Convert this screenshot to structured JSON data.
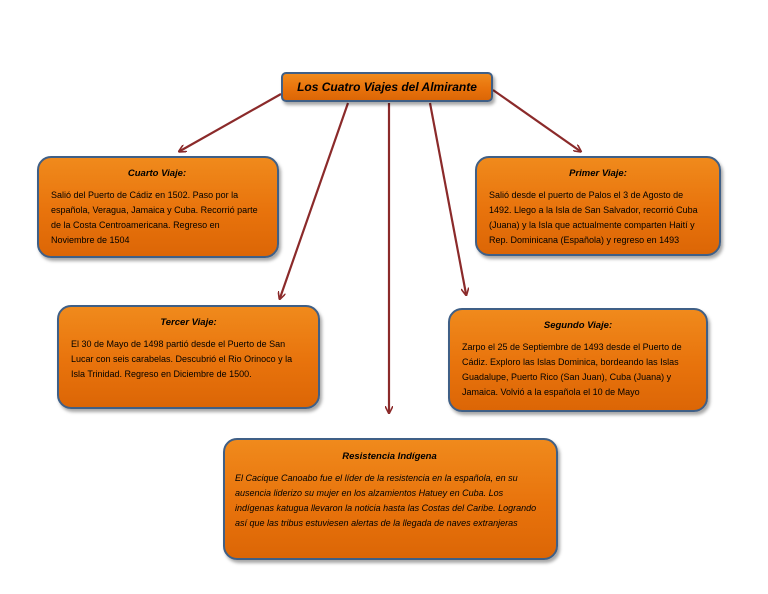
{
  "diagram": {
    "root": {
      "title": "Los Cuatro Viajes del Almirante"
    },
    "nodes": {
      "cuarto": {
        "title": "Cuarto Viaje:",
        "text": "Salió del Puerto de Cádiz en 1502. Paso por la española, Veragua, Jamaica y Cuba. Recorrió parte de la Costa Centroamericana. Regreso en Noviembre de 1504"
      },
      "primer": {
        "title": "Primer Viaje:",
        "text": "Salió desde el puerto de Palos el 3 de Agosto de 1492. Llego a la Isla de San Salvador, recorrió Cuba (Juana) y la Isla que actualmente comparten Haití y Rep. Dominicana (Española) y regreso en 1493"
      },
      "tercer": {
        "title": "Tercer Viaje:",
        "text": "El 30 de Mayo de 1498 partió desde el Puerto de San Lucar con seis carabelas. Descubrió el Rio Orinoco y la Isla Trinidad. Regreso en Diciembre de 1500."
      },
      "segundo": {
        "title": "Segundo Viaje:",
        "text": "Zarpo el 25 de Septiembre de 1493 desde el Puerto de Cádiz. Exploro las Islas Dominica, bordeando las Islas Guadalupe, Puerto Rico (San Juan), Cuba (Juana) y Jamaica. Volvió a la española el 10 de Mayo"
      },
      "resistencia": {
        "title": "Resistencia Indígena",
        "text": "El Cacique Canoabo fue el líder de la resistencia en la española, en su ausencia liderizo su mujer en los alzamientos Hatuey en Cuba. Los indígenas katugua llevaron la noticia hasta las Costas del Caribe. Logrando así que las tribus estuviesen alertas de la llegada de naves extranjeras"
      }
    },
    "edges": [
      {
        "from": "root",
        "to": "cuarto"
      },
      {
        "from": "root",
        "to": "primer"
      },
      {
        "from": "root",
        "to": "tercer"
      },
      {
        "from": "root",
        "to": "segundo"
      },
      {
        "from": "root",
        "to": "resistencia"
      }
    ],
    "colors": {
      "box_fill": "#e8730c",
      "box_border": "#3f5f86",
      "arrow": "#8b2a2a"
    }
  }
}
